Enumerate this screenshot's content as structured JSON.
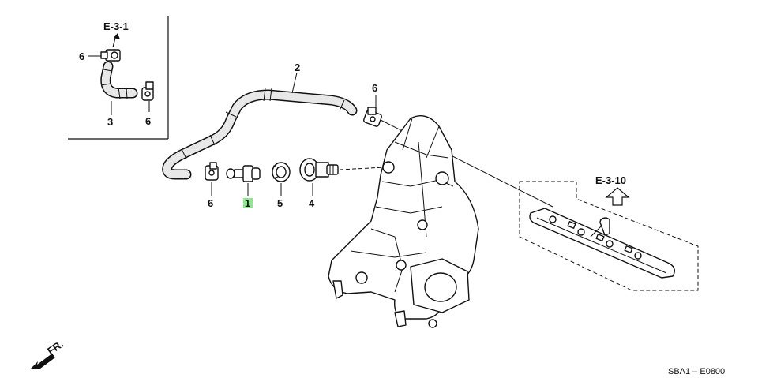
{
  "diagram": {
    "references": {
      "e31": "E-3-1",
      "e310": "E-3-10"
    },
    "callouts": {
      "part_1": "1",
      "part_2": "2",
      "part_3": "3",
      "part_4": "4",
      "part_5": "5",
      "part_6_inset_top": "6",
      "part_6_inset_right": "6",
      "part_6_hose_clip": "6",
      "part_6_bottom": "6"
    },
    "direction_label": "FR.",
    "drawing_code": "SBA1 – E0800",
    "highlight_color": "#8ee68e"
  }
}
